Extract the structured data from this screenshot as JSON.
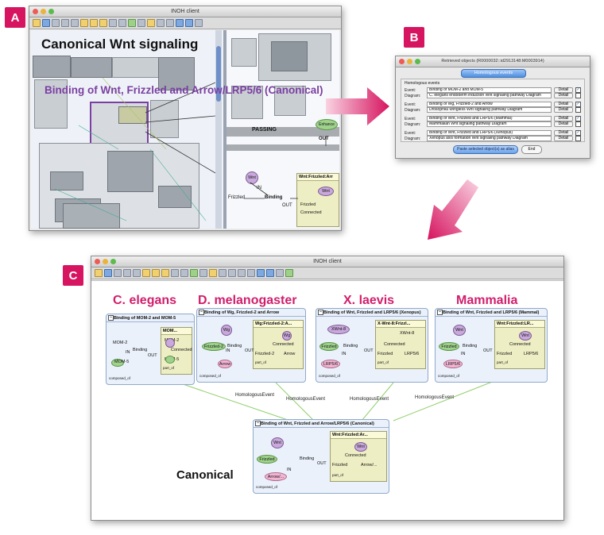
{
  "labels": {
    "a": "A",
    "b": "B",
    "c": "C"
  },
  "panel_a": {
    "window_title": "INOH client",
    "heading": "Canonical Wnt signaling",
    "subheading": "Binding of Wnt, Frizzled and Arrow/LRP5/6 (Canonical)",
    "passing": "PASSING",
    "out": "OUT",
    "in": "IN",
    "binding": "Binding",
    "enhance": "Enhance",
    "wnt": "Wnt",
    "frizzled": "Frizzled",
    "connected": "Connected",
    "complex_title": "Wnt:Frizzled:Arr"
  },
  "panel_b": {
    "window_title": "Retrieved objects (R0000032::id2913148:M0003914)",
    "tab": "Homologous events",
    "section": "Homologous events",
    "rows": [
      {
        "event": "Binding of MOM-2 and MOM-5",
        "diagram": "C. elegans endoderm induction Wnt signaling pathway Diagram",
        "checked": true
      },
      {
        "event": "Binding of Wg, Frizzled-2 and Arrow",
        "diagram": "Drosophila Wingless Wnt signaling pathway Diagram",
        "checked": true
      },
      {
        "event": "Binding of Wnt, Frizzled and LRP5/6 (Mammal)",
        "diagram": "Mammalian Wnt signaling pathway Diagram",
        "checked": true
      },
      {
        "event": "Binding of Wnt, Frizzled and LRP5/6 (Xenopus)",
        "diagram": "Xenopus axis formation Wnt signaling pathway Diagram",
        "checked": true
      }
    ],
    "event_label": "Event:",
    "diagram_label": "Diagram:",
    "detail": "Detail",
    "paste_button": "Paste selected object(s) as alias",
    "end_button": "End"
  },
  "panel_c": {
    "window_title": "INOH client",
    "species": [
      "C. elegans",
      "D. melanogaster",
      "X. laevis",
      "Mammalia"
    ],
    "canonical_label": "Canonical",
    "homologous": "HomologousEvent",
    "events": [
      {
        "title": "Binding of MOM-2 and MOM-5",
        "complex": "MOM...",
        "a": "MOM-2",
        "b": "MOM-5",
        "c1": "MOM-2",
        "c2": "Connected",
        "c3": "MOM-5",
        "foot": "composed_of",
        "part": "part_of"
      },
      {
        "title": "Binding of Wg, Frizzled-2 and Arrow",
        "complex": "Wg:Frizzled-2:A...",
        "a": "Wg",
        "b": "Frizzled-2",
        "d": "Arrow",
        "c1": "Wg",
        "c2": "Connected",
        "c3": "Frizzled-2",
        "c4": "Arrow",
        "foot": "composed_of",
        "part": "part_of"
      },
      {
        "title": "Binding of Wnt, Frizzled and LRP5/6 (Xenopus)",
        "complex": "X-Wnt-8:Frizzl...",
        "a": "XWnt-8",
        "b": "Frizzled",
        "d": "LRP5/6",
        "c1": "XWnt-8",
        "c2": "Connected",
        "c3": "Frizzled",
        "c4": "LRP5/6",
        "foot": "composed_of",
        "part": "part_of"
      },
      {
        "title": "Binding of Wnt, Frizzled and LRP5/6 (Mammal)",
        "complex": "Wnt:Frizzled:LR...",
        "a": "Wnt",
        "b": "Frizzled",
        "d": "LRP5/6",
        "c1": "Wnt",
        "c2": "Connected",
        "c3": "Frizzled",
        "c4": "LRP5/6",
        "foot": "composed_of",
        "part": "part_of"
      }
    ],
    "canonical_event": {
      "title": "Binding of Wnt, Frizzled and Arrow/LRP5/6 (Canonical)",
      "complex": "Wnt:Frizzled:Ar...",
      "a": "Wnt",
      "b": "Frizzled",
      "d": "Arrow/...",
      "c1": "Wnt",
      "c2": "Connected",
      "c3": "Frizzled",
      "c4": "Arrow/...",
      "foot": "composed_of",
      "part": "part_of"
    },
    "binding": "Binding",
    "in": "IN",
    "out": "OUT"
  },
  "colors": {
    "label_bg": "#d6145f",
    "species": "#d11e6c",
    "highlight": "#7b3fa1",
    "arrow": "#e04a86"
  }
}
